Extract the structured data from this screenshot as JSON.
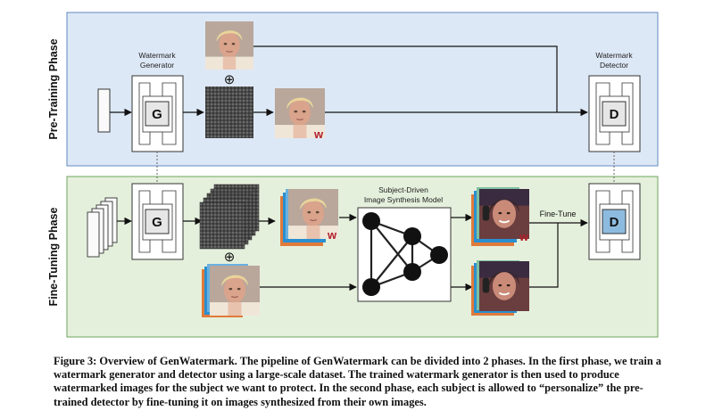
{
  "phases": {
    "pretraining": {
      "label": "Pre-Training Phase",
      "fill": "#dde8f6",
      "stroke": "#5f8ac0"
    },
    "finetuning": {
      "label": "Fine-Tuning Phase",
      "fill": "#e5f0dc",
      "stroke": "#6fa45e"
    }
  },
  "pretraining": {
    "generator_title": [
      "Watermark",
      "Generator"
    ],
    "generator_letter": "G",
    "detector_title": [
      "Watermark",
      "Detector"
    ],
    "detector_letter": "D",
    "plus_symbol": "⊕"
  },
  "finetuning": {
    "generator_letter": "G",
    "plus_symbol": "⊕",
    "model_title": [
      "Subject-Driven",
      "Image Synthesis Model"
    ],
    "finetune_label": "Fine-Tune",
    "detector_letter": "D"
  },
  "watermark_badge": "w",
  "colors": {
    "detector_finetuned": "#8dbbe0",
    "letter_box": "#e6e6e6",
    "noise": "#555555"
  },
  "caption": {
    "figure_label": "Figure 3: Overview of GenWatermark.",
    "text": "The pipeline of GenWatermark can be divided into 2 phases. In the first phase, we train a watermark generator and detector using a large-scale dataset. The trained watermark generator is then used to produce watermarked images for the subject we want to protect. In the second phase, each subject is allowed to “personalize” the pre-trained detector by fine-tuning it on images synthesized from their own images."
  }
}
